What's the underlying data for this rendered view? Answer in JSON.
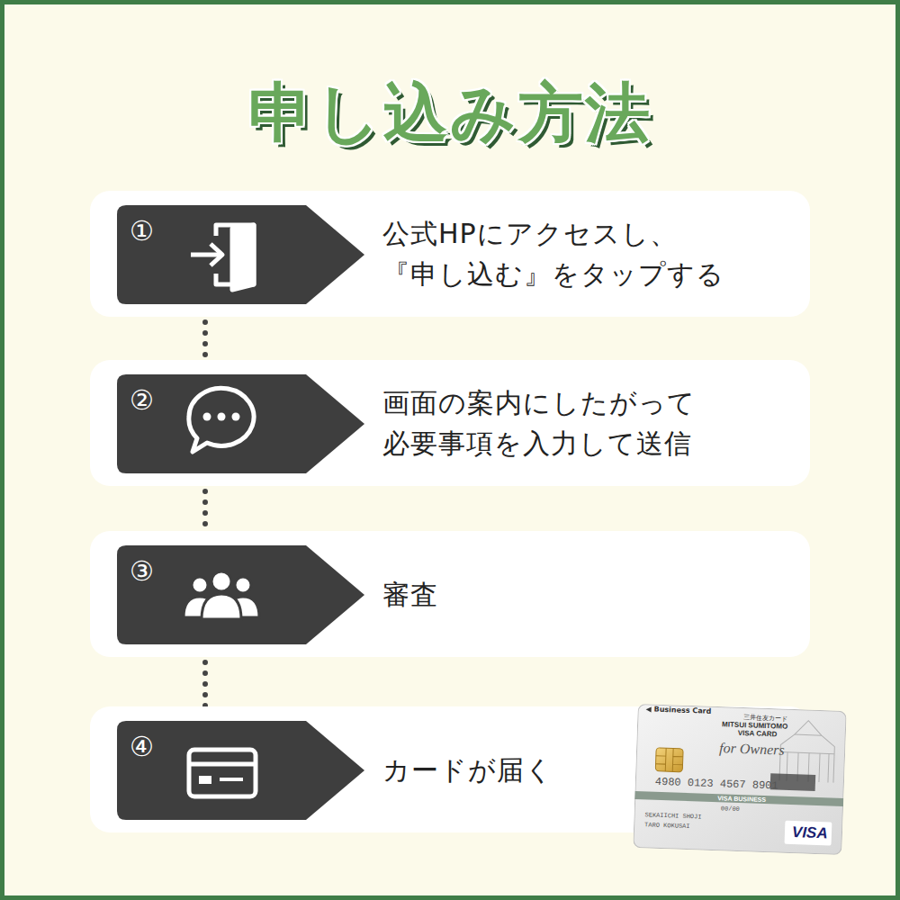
{
  "diagram": {
    "title": "申し込み方法",
    "nodes": [
      {
        "text": [
          "公式HPにアクセスし、 『申し込む』をタップする"
        ]
      },
      {
        "text": [
          "①"
        ],
        "in": 0
      },
      {
        "text": [
          "画面の案内にしたがって 必要事項を入力して送信"
        ]
      },
      {
        "text": [
          "②"
        ],
        "in": 2
      },
      {
        "text": [
          "審査"
        ]
      },
      {
        "text": [
          "③"
        ],
        "in": 4
      },
      {
        "text": [
          "カードが届く"
        ]
      },
      {
        "text": [
          "④"
        ],
        "in": 6
      }
    ],
    "edges": [
      {
        "from": 1,
        "to": 3,
        "arrow": "none"
      },
      {
        "from": 3,
        "to": 5,
        "arrow": "none"
      },
      {
        "from": 5,
        "to": 7,
        "arrow": "none"
      }
    ],
    "labels": [
      "Business Card",
      "三井住友カード",
      "MITSUI SUMITOMO",
      "VISA CARD",
      "for Owners",
      "4980 0123 4567 8901",
      "VISA BUSINESS",
      "00/00",
      "SEKAIICHI SHOJI",
      "TARO KOKUSAI",
      "VISA"
    ]
  }
}
